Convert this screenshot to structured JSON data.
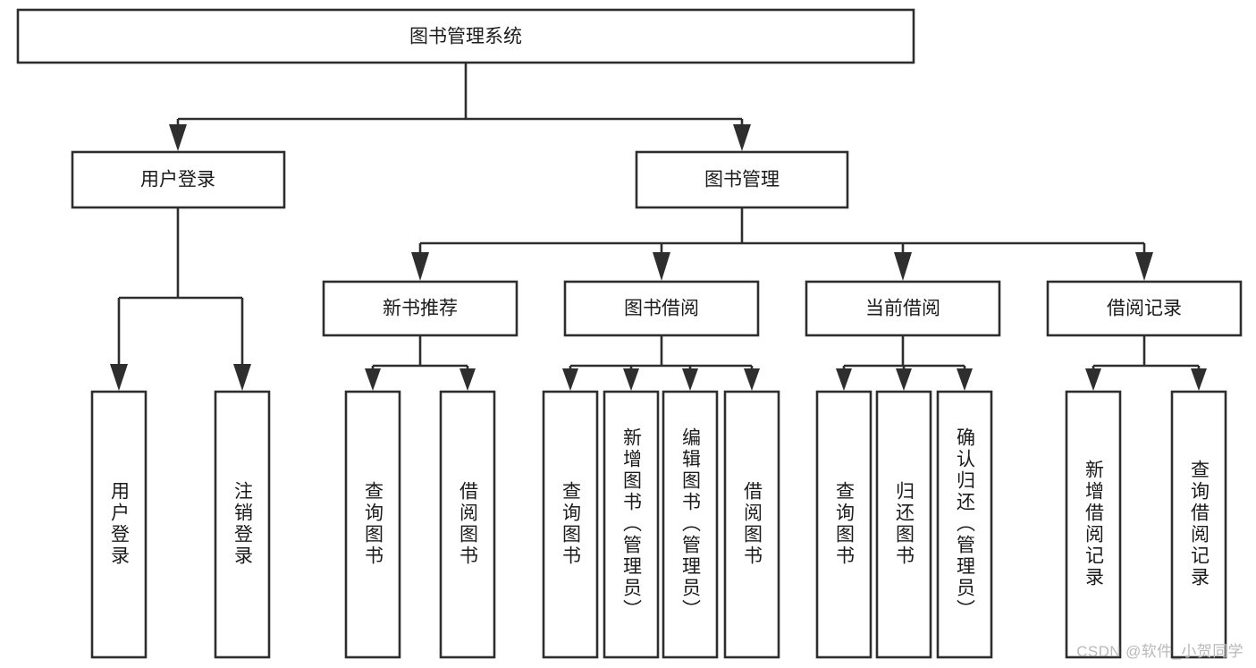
{
  "diagram": {
    "title": "图书管理系统",
    "type": "tree-hierarchy-diagram",
    "root": {
      "id": "root",
      "label": "图书管理系统"
    },
    "level2": [
      {
        "id": "user-login",
        "label": "用户登录"
      },
      {
        "id": "book-manage",
        "label": "图书管理"
      }
    ],
    "level3": [
      {
        "id": "new-book-recommend",
        "label": "新书推荐",
        "parent": "book-manage"
      },
      {
        "id": "book-borrow",
        "label": "图书借阅",
        "parent": "book-manage"
      },
      {
        "id": "current-borrow",
        "label": "当前借阅",
        "parent": "book-manage"
      },
      {
        "id": "borrow-record",
        "label": "借阅记录",
        "parent": "book-manage"
      }
    ],
    "leaves": {
      "user_login": [
        {
          "id": "leaf-user-login",
          "label": "用户登录"
        },
        {
          "id": "leaf-logout-login",
          "label": "注销登录"
        }
      ],
      "new_book_recommend": [
        {
          "id": "leaf-query-book-1",
          "label": "查询图书"
        },
        {
          "id": "leaf-borrow-book-1",
          "label": "借阅图书"
        }
      ],
      "book_borrow": [
        {
          "id": "leaf-query-book-2",
          "label": "查询图书"
        },
        {
          "id": "leaf-add-book",
          "label": "新增图书（管理员）"
        },
        {
          "id": "leaf-edit-book",
          "label": "编辑图书（管理员）"
        },
        {
          "id": "leaf-borrow-book-2",
          "label": "借阅图书"
        }
      ],
      "current_borrow": [
        {
          "id": "leaf-query-book-3",
          "label": "查询图书"
        },
        {
          "id": "leaf-return-book",
          "label": "归还图书"
        },
        {
          "id": "leaf-confirm-return",
          "label": "确认归还（管理员）"
        }
      ],
      "borrow_record": [
        {
          "id": "leaf-add-record",
          "label": "新增借阅记录"
        },
        {
          "id": "leaf-query-record",
          "label": "查询借阅记录"
        }
      ]
    },
    "watermark": "CSDN @软件_小贺同学",
    "colors": {
      "stroke": "#2e2e2e",
      "fill": "#ffffff",
      "text": "#1b1b1b",
      "watermark": "#b9b9b9"
    }
  }
}
